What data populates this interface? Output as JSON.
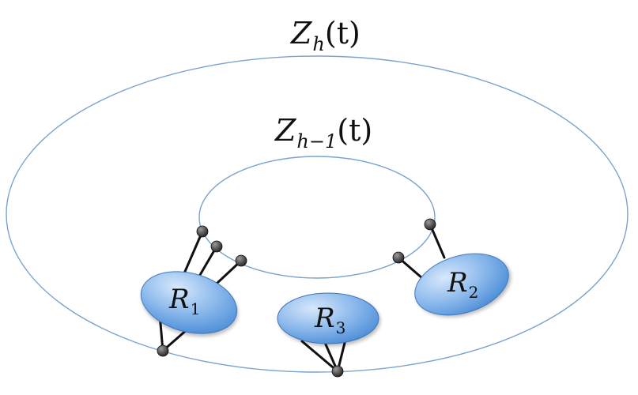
{
  "diagram": {
    "outer_label": {
      "main": "Z",
      "sub": "h",
      "arg": "(t)"
    },
    "inner_label": {
      "main": "Z",
      "sub": "h−1",
      "arg": "(t)"
    },
    "regions": [
      {
        "main": "R",
        "sub": "1"
      },
      {
        "main": "R",
        "sub": "3"
      },
      {
        "main": "R",
        "sub": "2"
      }
    ],
    "colors": {
      "ring_stroke": "#7aa3cc",
      "region_fill_light": "#d7e8fb",
      "region_fill_dark": "#4f8fd8",
      "region_stroke": "#3d74b8",
      "edge": "#111111",
      "node_light": "#9a9a9a",
      "node_dark": "#2a2a2a"
    }
  }
}
